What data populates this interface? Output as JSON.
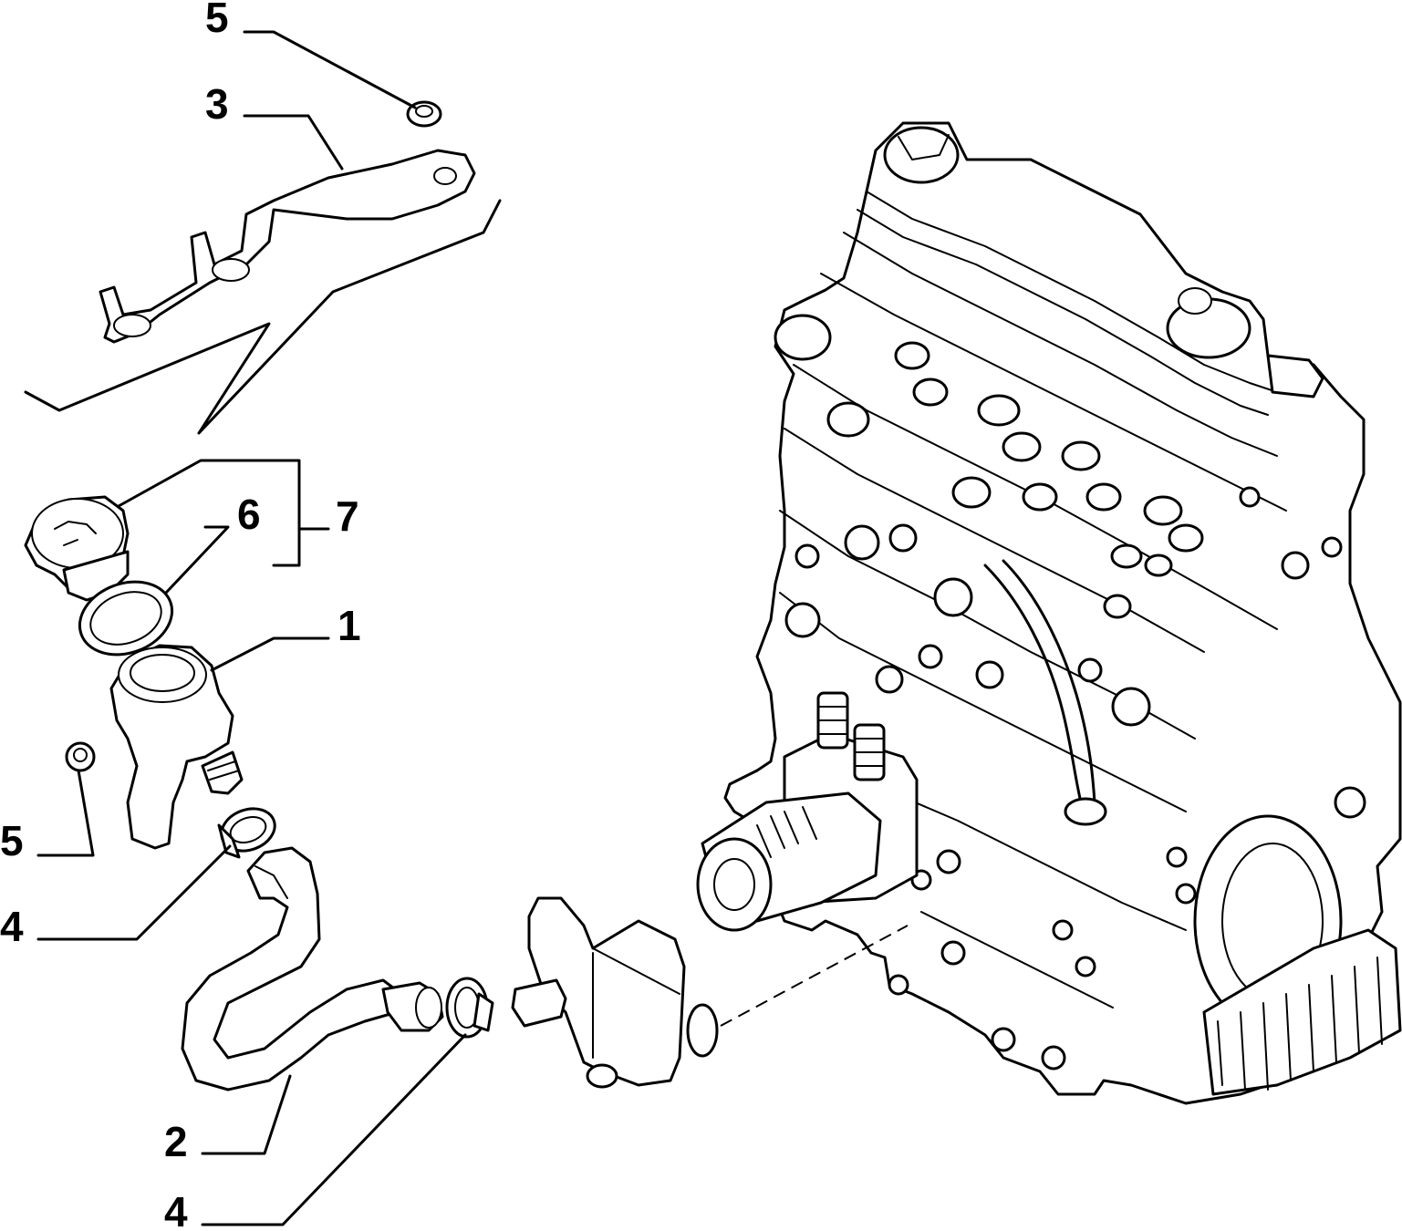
{
  "callouts": [
    {
      "id": "c5a",
      "label": "5"
    },
    {
      "id": "c3",
      "label": "3"
    },
    {
      "id": "c6",
      "label": "6"
    },
    {
      "id": "c7",
      "label": "7"
    },
    {
      "id": "c1",
      "label": "1"
    },
    {
      "id": "c5b",
      "label": "5"
    },
    {
      "id": "c4a",
      "label": "4"
    },
    {
      "id": "c2",
      "label": "2"
    },
    {
      "id": "c4b",
      "label": "4"
    }
  ]
}
